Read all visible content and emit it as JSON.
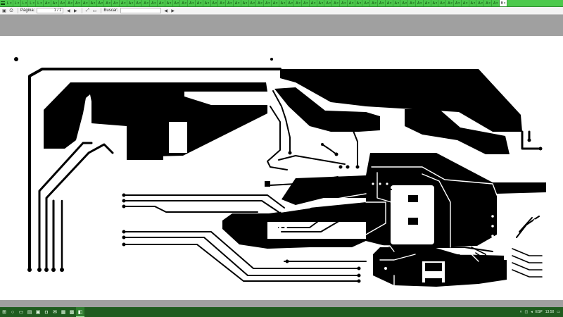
{
  "tabbar": {
    "tabs": [
      "L",
      "L",
      "L",
      "L",
      "L",
      "A",
      "A",
      "A",
      "A",
      "A",
      "A",
      "A",
      "A",
      "A",
      "A",
      "A",
      "A",
      "A",
      "A",
      "A",
      "A",
      "A",
      "A",
      "A",
      "A",
      "A",
      "A",
      "A",
      "A",
      "A",
      "A",
      "A",
      "A",
      "A",
      "A",
      "A",
      "A",
      "A",
      "A",
      "A",
      "A",
      "A",
      "A",
      "A",
      "A",
      "A",
      "A",
      "A",
      "A",
      "A",
      "A",
      "A",
      "A",
      "A",
      "A",
      "A",
      "A",
      "A",
      "A",
      "A",
      "A",
      "A",
      "A",
      "A",
      "A",
      "B"
    ],
    "active_index": 65
  },
  "toolbar": {
    "page_label": "Página:",
    "page_value": "1 / 1",
    "search_label": "Buscar:",
    "icons": [
      "save-icon",
      "print-icon",
      "page-up-icon",
      "page-down-icon",
      "zoom-fit-icon",
      "zoom-width-icon"
    ]
  },
  "taskbar": {
    "start_icon": "⊞",
    "apps": [
      {
        "name": "search-taskbar-icon",
        "glyph": "○"
      },
      {
        "name": "task-view-icon",
        "glyph": "▭"
      },
      {
        "name": "file-explorer-icon",
        "glyph": "▤"
      },
      {
        "name": "store-icon",
        "glyph": "▣"
      },
      {
        "name": "camera-icon",
        "glyph": "◘"
      },
      {
        "name": "mail-icon",
        "glyph": "✉"
      },
      {
        "name": "app-icon-7",
        "glyph": "▦"
      },
      {
        "name": "app-icon-8",
        "glyph": "▩"
      },
      {
        "name": "pdf-viewer-icon",
        "glyph": "◧"
      }
    ],
    "tray": {
      "lang": "ESP",
      "time": "13:50",
      "date": ""
    }
  },
  "colors": {
    "tabbar": "#4cc94c",
    "taskbar": "#1f5c1f",
    "copper": "#000000",
    "page": "#ffffff"
  }
}
